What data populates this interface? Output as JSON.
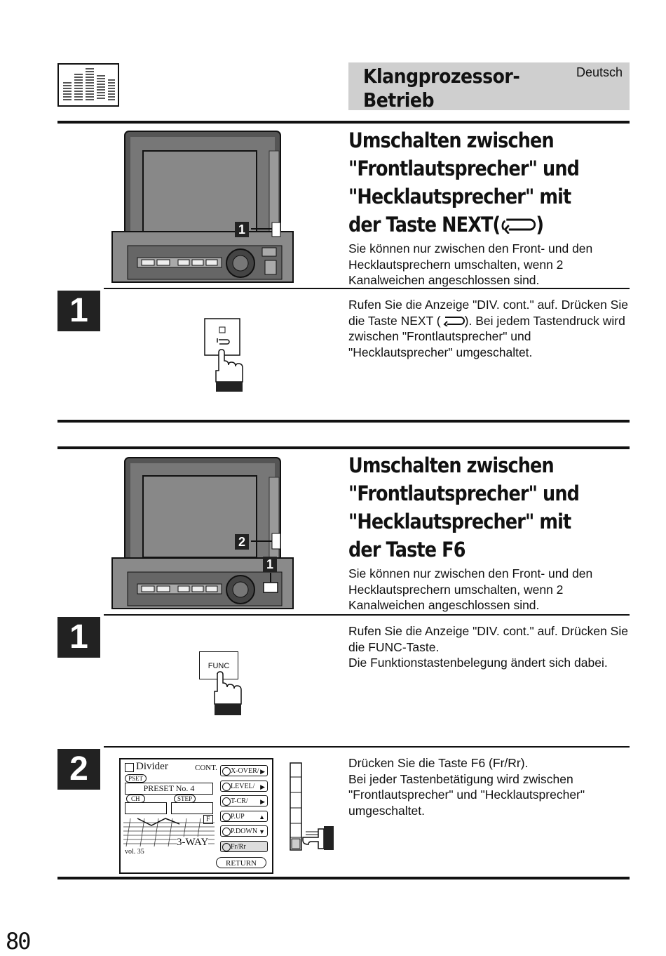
{
  "header": {
    "title_line1": "Klangprozessor-",
    "title_line2": "Betrieb",
    "language": "Deutsch"
  },
  "section1": {
    "heading_line1": "Umschalten zwischen",
    "heading_line2": "\"Frontlautsprecher\" und",
    "heading_line3": "\"Hecklautsprecher\" mit",
    "heading_line4": "der Taste NEXT(",
    "heading_line4_end": ")",
    "intro": "Sie können nur zwischen den Front- und den Hecklautsprechern umschalten, wenn 2 Kanalweichen angeschlossen sind.",
    "step1_badge": "1",
    "step1_text_a": "Rufen Sie die Anzeige \"DIV. cont.\" auf. Drücken Sie die Taste NEXT (",
    "step1_text_b": "). Bei jedem Tastendruck wird zwischen \"Frontlautsprecher\" und \"Hecklautsprecher\" umgeschaltet.",
    "callout": "1"
  },
  "section2": {
    "heading_line1": "Umschalten zwischen",
    "heading_line2": "\"Frontlautsprecher\" und",
    "heading_line3": "\"Hecklautsprecher\" mit",
    "heading_line4": "der Taste F6",
    "intro": "Sie können nur zwischen den Front- und den Hecklautsprechern umschalten, wenn 2 Kanalweichen angeschlossen sind.",
    "step1_badge": "1",
    "step1_text_line1": "Rufen Sie die Anzeige \"DIV. cont.\" auf. Drücken Sie die FUNC-Taste.",
    "step1_text_line2": "Die Funktionstastenbelegung ändert sich dabei.",
    "func_label": "FUNC",
    "step2_badge": "2",
    "step2_text_line1": "Drücken Sie die Taste F6 (Fr/Rr).",
    "step2_text_line2": "Bei jeder Tastenbetätigung wird zwischen \"Frontlautsprecher\" und \"Hecklautsprecher\" umgeschaltet.",
    "callout_1": "1",
    "callout_2": "2"
  },
  "screen": {
    "title": "Divider",
    "cont": "CONT.",
    "pset": "PSET",
    "preset": "PRESET No. 4",
    "ch": "CH",
    "step": "STEP",
    "f": "F",
    "three_way": "3-WAY",
    "vol": "vol. 35",
    "buttons": [
      "X-OVER/",
      "LEVEL/",
      "T-CR/",
      "P.UP",
      "P.DOWN",
      "Fr/Rr"
    ],
    "return": "RETURN"
  },
  "page_number": "80"
}
